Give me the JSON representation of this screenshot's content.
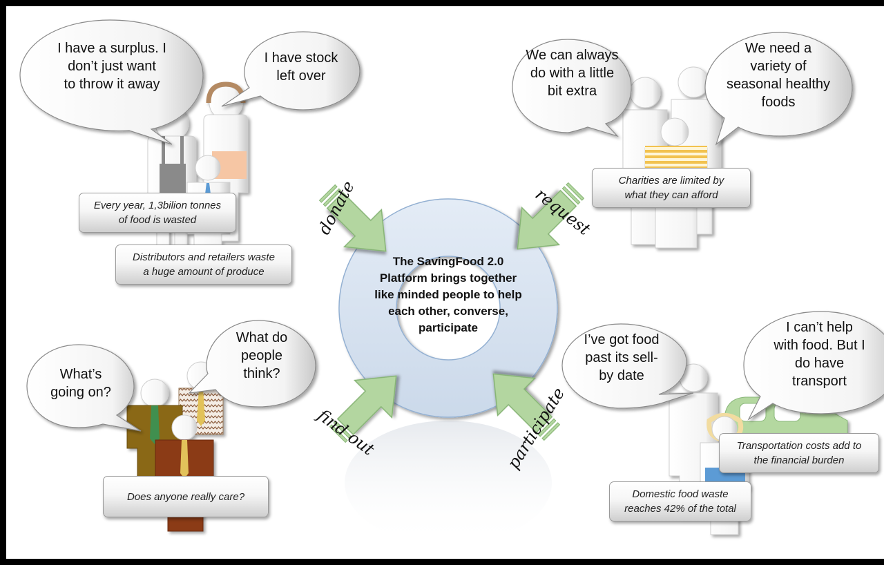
{
  "center": {
    "text": "The SavingFood 2.0\nPlatform brings together\nlike minded people to help\neach other, converse,\nparticipate"
  },
  "actions": {
    "donate": "donate",
    "request": "request",
    "find_out": "find out",
    "participate": "participate"
  },
  "bubbles": {
    "surplus": "I have a surplus. I\ndon’t just want\nto throw it away",
    "stock": "I have stock\nleft over",
    "extra": "We can always\ndo with a little\nbit extra",
    "variety": "We need a\nvariety of\nseasonal healthy\nfoods",
    "going_on": "What’s\ngoing on?",
    "think": "What do\npeople\nthink?",
    "sell_by": "I’ve got food\npast its sell-\nby date",
    "transport": "I can’t help\nwith food. But I\ndo have\ntransport"
  },
  "notes": {
    "wasted": "Every year, 1,3bilion  tonnes\nof food is wasted",
    "distributors": "Distributors and retailers waste\na huge amount of produce",
    "charities": "Charities are limited by\nwhat they can afford",
    "care": "Does anyone really care?",
    "transport_costs": "Transportation costs add to\nthe financial burden",
    "domestic": "Domestic food waste\nreaches 42% of the total"
  },
  "colors": {
    "ring_fill": "#dbe6f3",
    "ring_stroke": "#93b0d2",
    "arrow_fill": "#b3d6a0",
    "arrow_stroke": "#86b474",
    "figure": "#ffffff",
    "figure_shadow": "#9a9a9a",
    "frame": "#000000"
  }
}
